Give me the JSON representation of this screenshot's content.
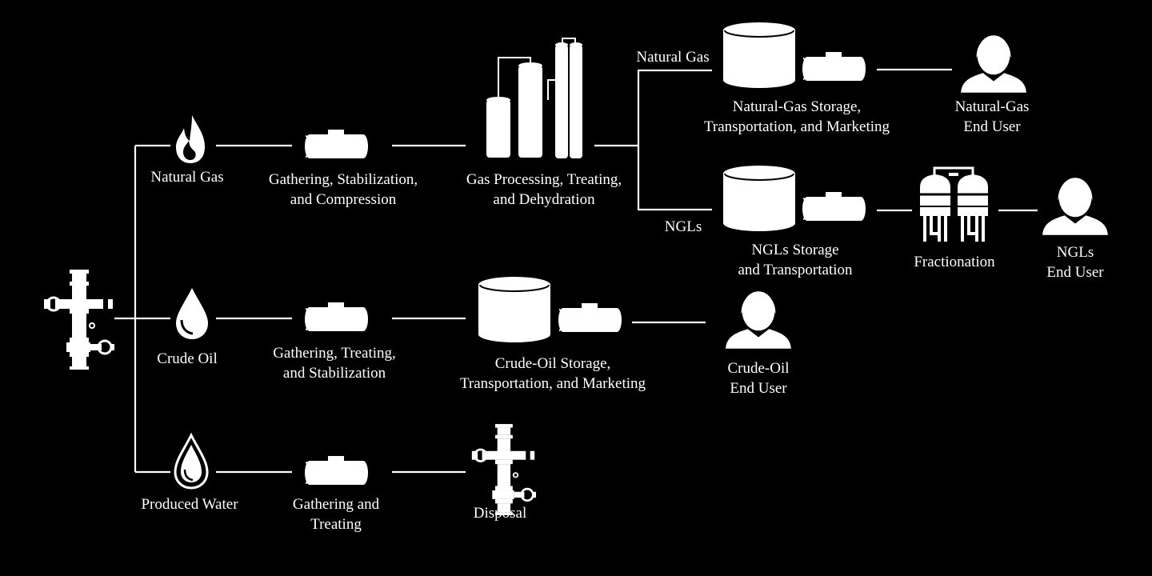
{
  "colors": {
    "background": "#000000",
    "foreground": "#ffffff"
  },
  "nodes": {
    "ng_source": {
      "icon": "flame-icon",
      "lines": [
        "Natural Gas"
      ]
    },
    "ng_gathering": {
      "icon": "pipe-icon",
      "lines": [
        "Gathering, Stabilization,",
        "and Compression"
      ]
    },
    "gas_processing": {
      "icon": "processing-columns-icon",
      "lines": [
        "Gas Processing, Treating,",
        "and Dehydration"
      ]
    },
    "ng_branch": {
      "lines": [
        "Natural Gas"
      ]
    },
    "ngl_branch": {
      "lines": [
        "NGLs"
      ]
    },
    "ng_storage": {
      "icon": "storage-tank-icon",
      "lines": [
        "Natural-Gas Storage,",
        "Transportation, and Marketing"
      ]
    },
    "ng_user": {
      "icon": "person-icon",
      "lines": [
        "Natural-Gas",
        "End User"
      ]
    },
    "ngl_storage": {
      "icon": "storage-tank-icon",
      "lines": [
        "NGLs Storage",
        "and Transportation"
      ]
    },
    "fractionation": {
      "icon": "fractionation-icon",
      "lines": [
        "Fractionation"
      ]
    },
    "ngl_user": {
      "icon": "person-icon",
      "lines": [
        "NGLs",
        "End User"
      ]
    },
    "wellhead": {
      "icon": "wellhead-icon",
      "lines": []
    },
    "oil_source": {
      "icon": "oil-drop-icon",
      "lines": [
        "Crude Oil"
      ]
    },
    "oil_gathering": {
      "icon": "pipe-icon",
      "lines": [
        "Gathering, Treating,",
        "and Stabilization"
      ]
    },
    "oil_storage": {
      "icon": "storage-tank-icon",
      "lines": [
        "Crude-Oil Storage,",
        "Transportation, and Marketing"
      ]
    },
    "oil_user": {
      "icon": "person-icon",
      "lines": [
        "Crude-Oil",
        "End User"
      ]
    },
    "water_source": {
      "icon": "water-drop-icon",
      "lines": [
        "Produced Water"
      ]
    },
    "water_gathering": {
      "icon": "pipe-icon",
      "lines": [
        "Gathering and",
        "Treating"
      ]
    },
    "disposal": {
      "icon": "wellhead-icon",
      "lines": [
        "Disposal"
      ]
    }
  }
}
